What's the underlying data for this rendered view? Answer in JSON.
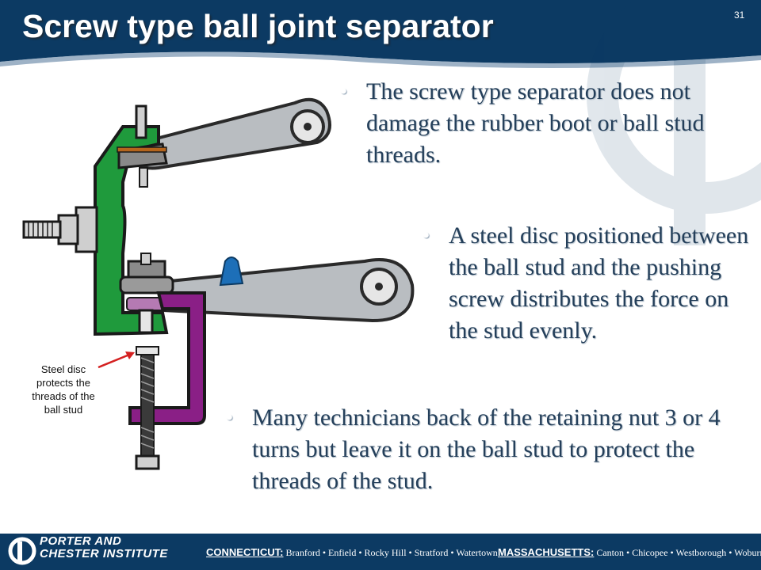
{
  "slide": {
    "title": "Screw type ball joint separator",
    "number": "31"
  },
  "bullets": [
    "The screw type separator does not damage the rubber boot or ball stud threads.",
    "A steel disc positioned between the ball stud and the pushing screw distributes the force on the stud evenly.",
    "Many technicians back of the retaining nut 3 or 4 turns but leave it on the ball stud to protect the threads of the stud."
  ],
  "bullet_glyph": "•",
  "figure": {
    "caption": "Steel disc protects the threads of the ball stud"
  },
  "footer": {
    "logo_line1": "PORTER AND",
    "logo_line2": "CHESTER INSTITUTE",
    "ct_state": "CONNECTICUT:",
    "ct_towns": "Branford • Enfield • Rocky Hill • Stratford • Watertown",
    "ma_state": "MASSACHUSETTS:",
    "ma_towns": "Canton • Chicopee • Westborough • Woburn"
  },
  "colors": {
    "header_blue": "#0c3a63",
    "text_blue": "#243f5a",
    "knuckle_green": "#1f9a3c",
    "tool_purple": "#8a1f86",
    "arm_gray": "#b9bdc1",
    "accent_blue": "#1d6fb8",
    "arrow_red": "#d42020"
  }
}
